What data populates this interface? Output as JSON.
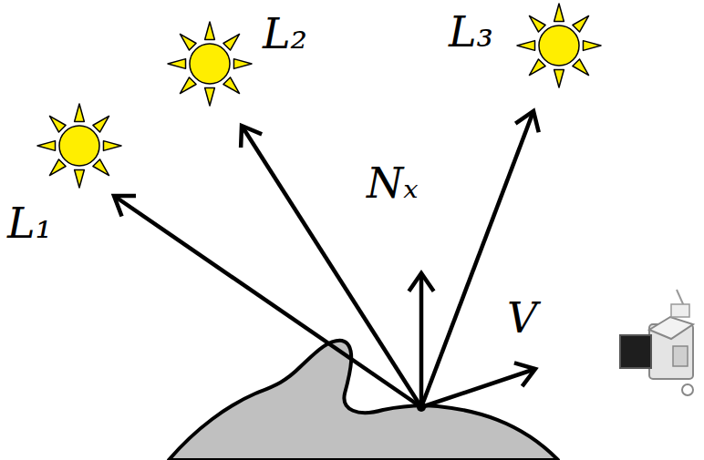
{
  "diagram": {
    "labels": [
      "L₁",
      "L₂",
      "L₃",
      "Nₓ",
      "V"
    ]
  }
}
